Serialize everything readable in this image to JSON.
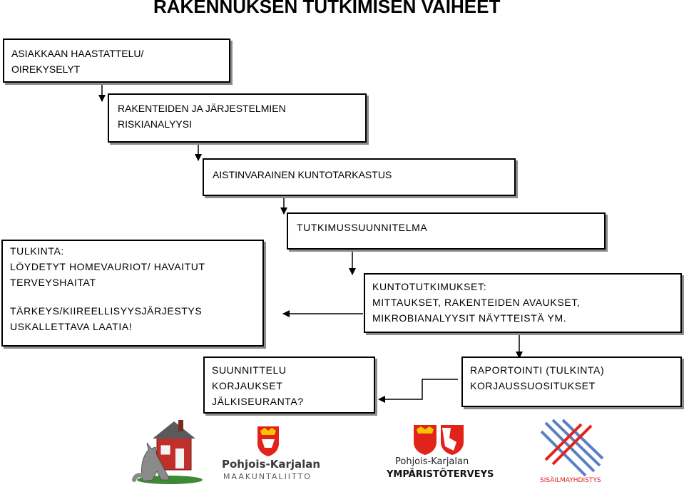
{
  "title": "RAKENNUKSEN TUTKIMISEN VAIHEET",
  "boxes": {
    "interview": [
      "ASIAKKAAN HAASTATTELU/",
      "OIREKYSELYT"
    ],
    "risk": [
      "RAKENTEIDEN JA JÄRJESTELMIEN",
      "RISKIANALYYSI"
    ],
    "sensory": [
      "AISTINVARAINEN KUNTOTARKASTUS"
    ],
    "plan": [
      "TUTKIMUSSUUNNITELMA"
    ],
    "interpretation": [
      "TULKINTA:",
      "LÖYDETYT HOMEVAURIOT/ HAVAITUT",
      "TERVEYSHAITAT",
      "TÄRKEYS/KIIREELLISYYSJÄRJESTYS",
      "USKALLETTAVA LAATIA!"
    ],
    "measurements": [
      "KUNTOTUTKIMUKSET:",
      "MITTAUKSET, RAKENTEIDEN AVAUKSET,",
      "MIKROBIANALYYSIT NÄYTTEISTÄ YM."
    ],
    "design": [
      "SUUNNITTELU",
      "KORJAUKSET",
      "JÄLKISEURANTA?"
    ],
    "report": [
      "RAPORTOINTI (TULKINTA)",
      "KORJAUSSUOSITUKSET"
    ]
  },
  "logos": {
    "maakuntaliitto": [
      "Pohjois-Karjalan",
      "MAAKUNTALIITTO"
    ],
    "ymparistoterveys": [
      "Pohjois-Karjalan",
      "YMPÄRISTÖTERVEYS"
    ],
    "sisailmayhdistys": "SISÄILMAYHDISTYS"
  },
  "colors": {
    "border": "#000000",
    "shadow": "#8c8c8c",
    "coat_red": "#e2231a",
    "coat_gold": "#f6c400",
    "stripe_blue": "#5b7fc6"
  }
}
